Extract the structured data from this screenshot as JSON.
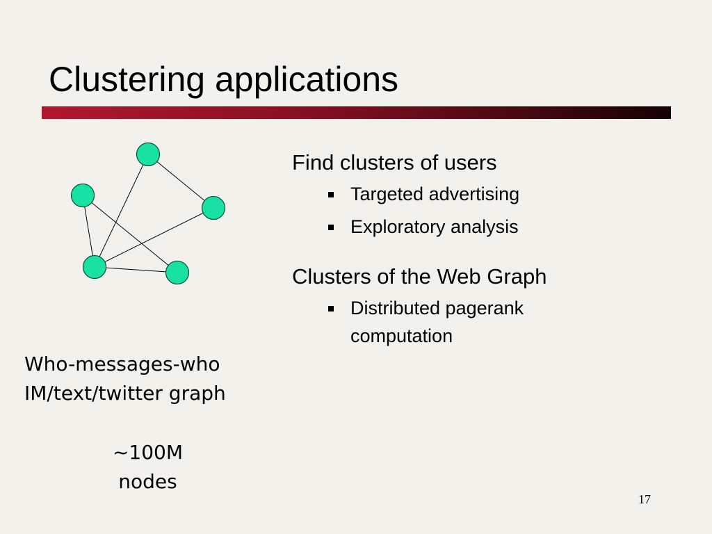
{
  "slide": {
    "title": "Clustering applications",
    "page_number": "17"
  },
  "graph": {
    "node_color": "#19e0a3",
    "node_stroke": "#0a4f3c",
    "edge_color": "#000000"
  },
  "captions": {
    "who_line1": "Who-messages-who",
    "who_line2": "IM/text/twitter graph",
    "nodes_line1": "~100M",
    "nodes_line2": "nodes"
  },
  "sections": [
    {
      "heading": "Find clusters of users",
      "items": [
        "Targeted advertising",
        "Exploratory analysis"
      ]
    },
    {
      "heading": "Clusters of the Web Graph",
      "items": [
        "Distributed pagerank computation"
      ]
    }
  ],
  "colors": {
    "background": "#f2f1ec",
    "title_bar_start": "#b0182f",
    "title_bar_end": "#140103"
  }
}
